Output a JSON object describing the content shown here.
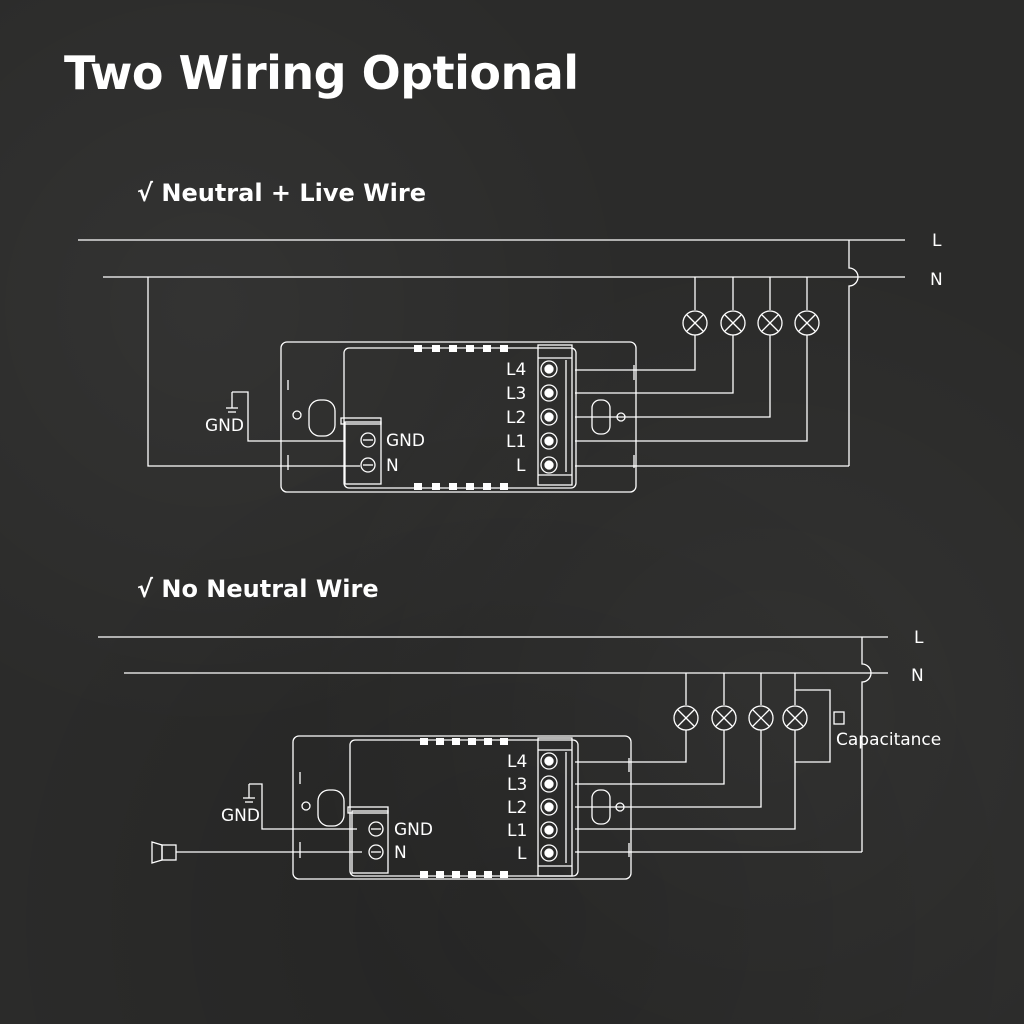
{
  "title": "Two Wiring Optional",
  "diagrams": [
    {
      "heading": "√ Neutral + Live Wire",
      "line_labels": {
        "live": "L",
        "neutral": "N"
      },
      "ground_label": "GND",
      "terminal_labels_right": [
        "L4",
        "L3",
        "L2",
        "L1",
        "L"
      ],
      "terminal_labels_left": [
        "GND",
        "N"
      ]
    },
    {
      "heading": "√ No Neutral Wire",
      "line_labels": {
        "live": "L",
        "neutral": "N"
      },
      "ground_label": "GND",
      "terminal_labels_right": [
        "L4",
        "L3",
        "L2",
        "L1",
        "L"
      ],
      "terminal_labels_left": [
        "GND",
        "N"
      ],
      "capacitance_label": "Capacitance"
    }
  ],
  "colors": {
    "background": "#2b2b2a",
    "lines": "#ffffff"
  }
}
